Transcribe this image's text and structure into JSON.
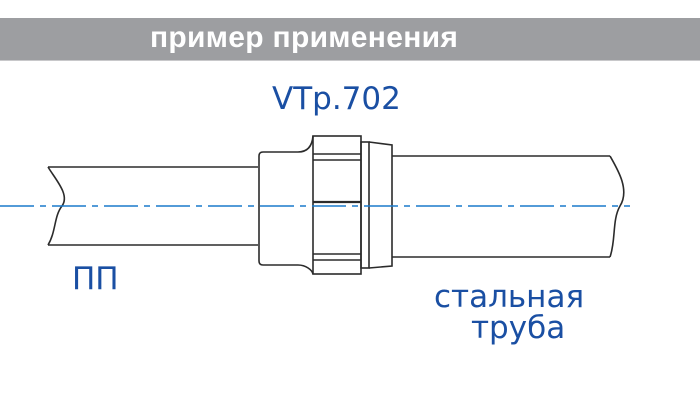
{
  "header": {
    "title": "пример применения"
  },
  "labels": {
    "product_code": "VTp.702",
    "left_pipe": "ПП",
    "right_pipe_line1": "стальная",
    "right_pipe_line2": "труба"
  },
  "colors": {
    "banner": "#9d9ea1",
    "label": "#1a4fa3",
    "centerline": "#1a7acb",
    "outline": "#2b2b2b"
  }
}
